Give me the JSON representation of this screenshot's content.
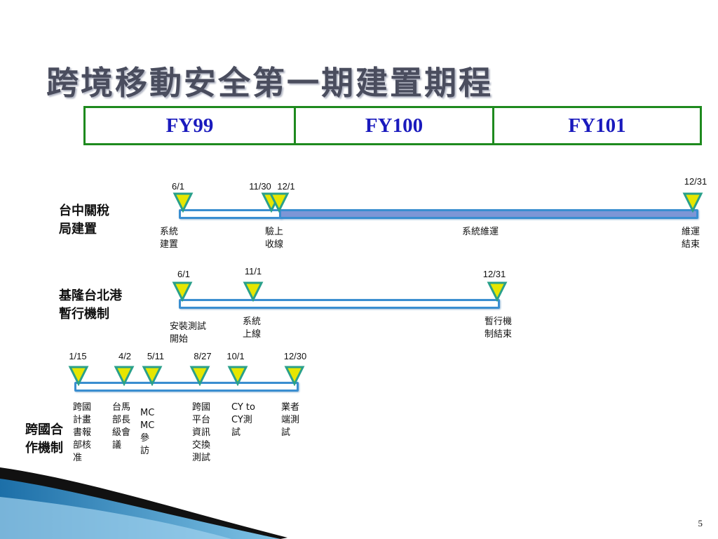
{
  "title": "跨境移動安全第一期建置期程",
  "fiscal_years": [
    "FY99",
    "FY100",
    "FY101"
  ],
  "rows": [
    {
      "label_line1": "台中關稅",
      "label_line2": "局建置",
      "dates": [
        "6/1",
        "11/30",
        "12/1",
        "12/31"
      ],
      "notes": [
        "系統\n建置",
        "驗上\n收線",
        "系統維運",
        "維運\n結束"
      ]
    },
    {
      "label_line1": "基隆台北港",
      "label_line2": "暫行機制",
      "dates": [
        "6/1",
        "11/1",
        "12/31"
      ],
      "notes": [
        "安裝測試\n開始",
        "系統\n上線",
        "暫行機\n制結束"
      ]
    },
    {
      "label_line1": "跨國合",
      "label_line2": "作機制",
      "dates": [
        "1/15",
        "4/2",
        "5/11",
        "8/27",
        "10/1",
        "12/30"
      ],
      "notes": [
        "跨國\n計畫\n書報\n部核\n准",
        "台馬\n部長\n級會\n議",
        "MC\nMC\n參\n訪",
        "跨國\n平台\n資訊\n交換\n測試",
        "CY to\nCY測\n試",
        "業者\n端測\n試"
      ]
    }
  ],
  "page_number": "5",
  "colors": {
    "bar_border": "#3a8ed0",
    "bar_fill": "#7d96d6",
    "marker_fill": "#e6e600",
    "marker_border": "#2aa08a",
    "table_border": "#1e8a1e",
    "fy_text": "#1a1abd"
  }
}
